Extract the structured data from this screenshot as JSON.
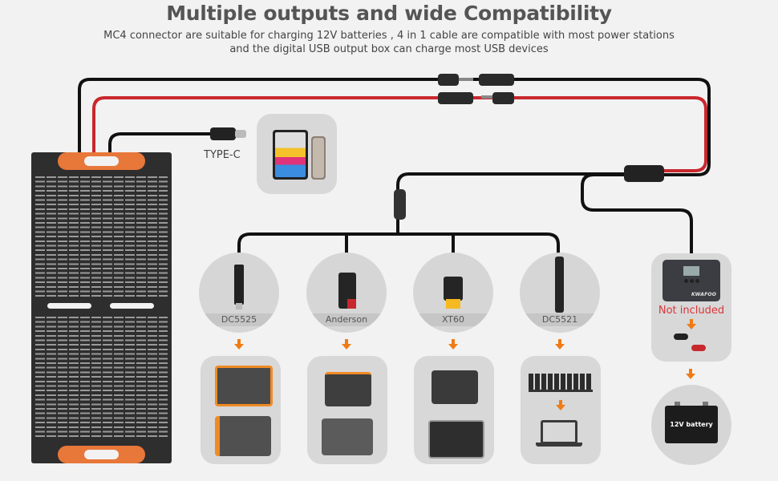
{
  "header": {
    "title": "Multiple outputs and wide Compatibility",
    "subtitle_line1": "MC4 connector are suitable for charging 12V batteries , 4 in 1 cable are compatible with most power stations",
    "subtitle_line2": "and the digital USB output box can charge most USB devices"
  },
  "usb": {
    "label": "TYPE-C",
    "devices_icon": "tablet-phone-icon"
  },
  "connectors": [
    {
      "label": "DC5525",
      "icon": "dc5525-plug-icon",
      "target": "power-stations"
    },
    {
      "label": "Anderson",
      "icon": "anderson-plug-icon",
      "target": "power-stations"
    },
    {
      "label": "XT60",
      "icon": "xt60-plug-icon",
      "target": "power-stations"
    },
    {
      "label": "DC5521",
      "icon": "dc5521-plug-icon",
      "target": "laptop"
    }
  ],
  "controller": {
    "brand": "KWAFOO",
    "note": "Not included"
  },
  "battery": {
    "label": "12V battery"
  },
  "colors": {
    "accent": "#f07b14",
    "wire_positive": "#c8282d",
    "wire_negative": "#111111",
    "panel_frame": "#e8773a",
    "note_red": "#d9363a"
  }
}
